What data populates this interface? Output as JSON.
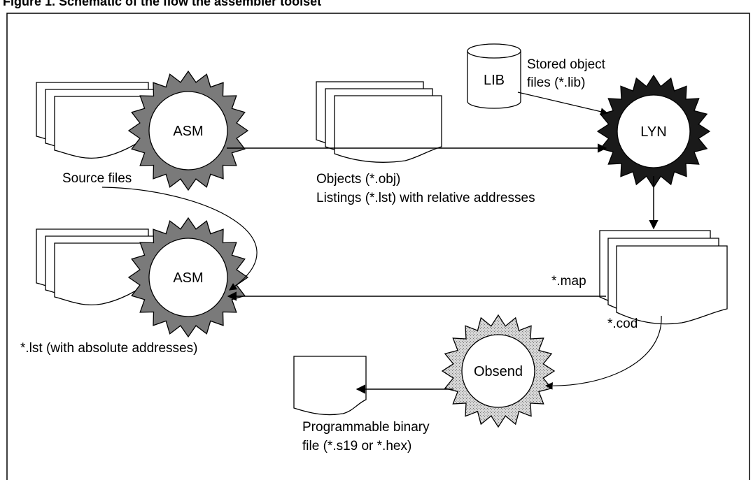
{
  "caption": "Figure 1. Schematic of the flow the assembler toolset",
  "tools": {
    "asm_top": "ASM",
    "asm_bottom": "ASM",
    "lyn": "LYN",
    "obsend": "Obsend",
    "lib": "LIB"
  },
  "labels": {
    "source_files": "Source files",
    "objects": "Objects (*.obj)",
    "listings": "Listings (*.lst) with relative addresses",
    "stored_line1": "Stored object",
    "stored_line2": "files (*.lib)",
    "map": "*.map",
    "cod": "*.cod",
    "lst_abs": "*.lst (with absolute addresses)",
    "binary_line1": "Programmable binary",
    "binary_line2": "file (*.s19 or *.hex)"
  },
  "colors": {
    "asm_gear": "#7a7a7a",
    "lyn_gear": "#1a1a1a",
    "obsend_gear": "#bdbdbd",
    "line": "#000000"
  }
}
